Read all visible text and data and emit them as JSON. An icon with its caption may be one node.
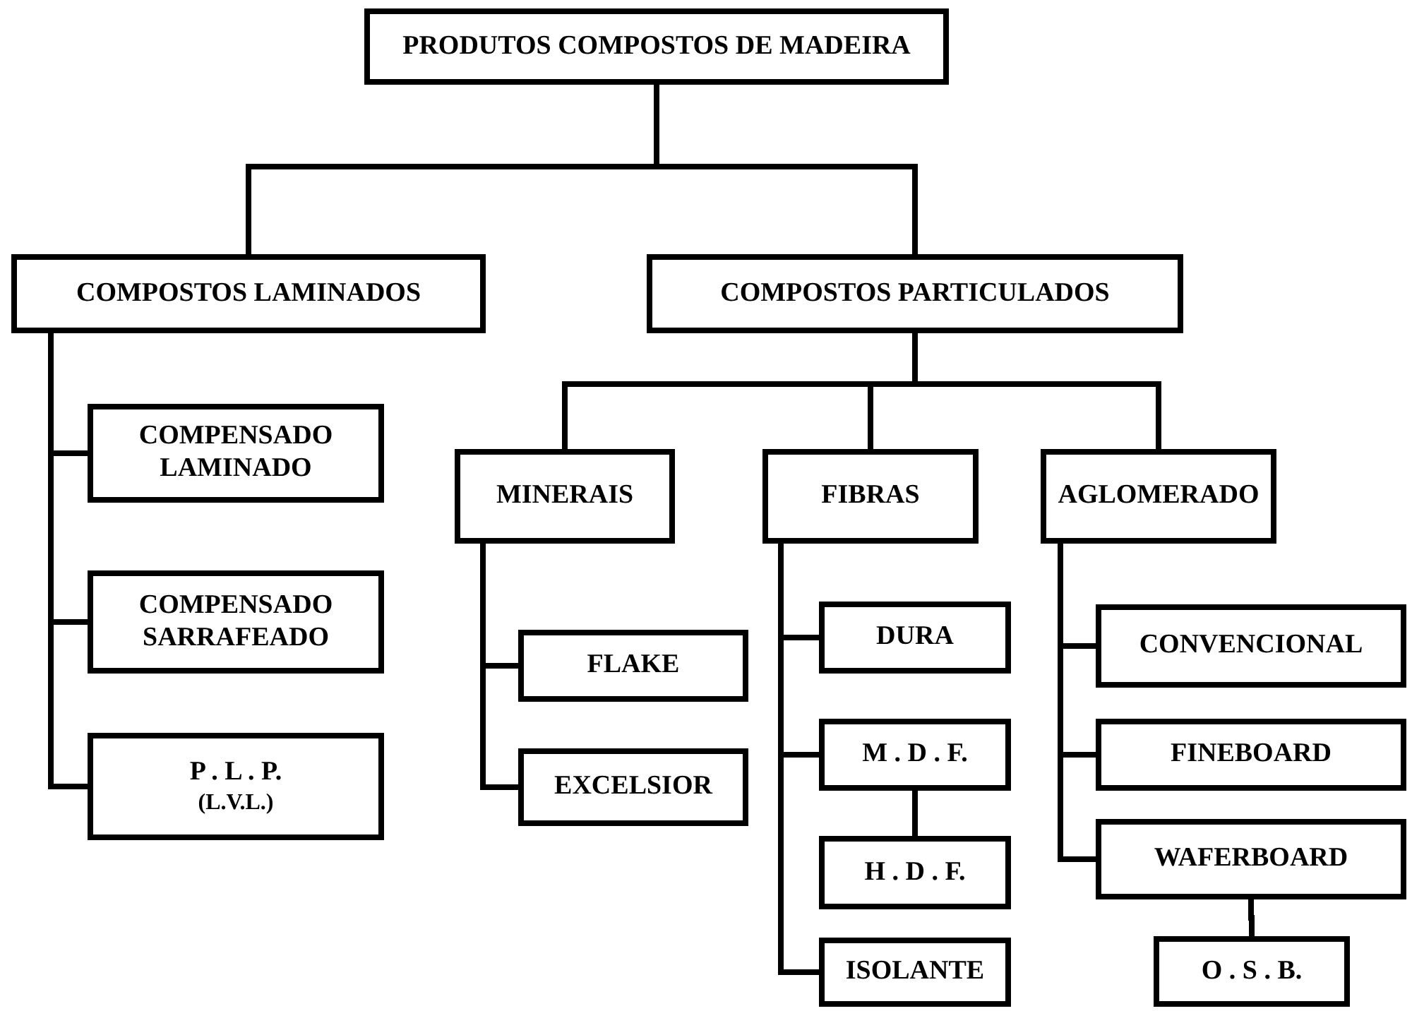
{
  "diagram": {
    "nodes": [
      {
        "text": [
          "PRODUTOS COMPOSTOS DE MADEIRA"
        ]
      },
      {
        "text": [
          "COMPOSTOS LAMINADOS"
        ]
      },
      {
        "text": [
          "COMPOSTOS PARTICULADOS"
        ]
      },
      {
        "text": [
          "COMPENSADO LAMINADO"
        ]
      },
      {
        "text": [
          "COMPENSADO SARRAFEADO"
        ]
      },
      {
        "text": [
          "P . L . P.",
          "(L.V.L.)"
        ]
      },
      {
        "text": [
          "MINERAIS"
        ]
      },
      {
        "text": [
          "FIBRAS"
        ]
      },
      {
        "text": [
          "AGLOMERADO"
        ]
      },
      {
        "text": [
          "FLAKE"
        ]
      },
      {
        "text": [
          "EXCELSIOR"
        ]
      },
      {
        "text": [
          "DURA"
        ]
      },
      {
        "text": [
          "M . D . F."
        ]
      },
      {
        "text": [
          "H . D . F."
        ]
      },
      {
        "text": [
          "ISOLANTE"
        ]
      },
      {
        "text": [
          "CONVENCIONAL"
        ]
      },
      {
        "text": [
          "FINEBOARD"
        ]
      },
      {
        "text": [
          "WAFERBOARD"
        ]
      },
      {
        "text": [
          "O . S . B."
        ]
      }
    ],
    "edges": [
      {
        "from": 0,
        "to": 1,
        "arrow": "none"
      },
      {
        "from": 0,
        "to": 2,
        "arrow": "none"
      },
      {
        "from": 1,
        "to": 3,
        "arrow": "none"
      },
      {
        "from": 1,
        "to": 4,
        "arrow": "none"
      },
      {
        "from": 1,
        "to": 5,
        "arrow": "none"
      },
      {
        "from": 2,
        "to": 6,
        "arrow": "none"
      },
      {
        "from": 2,
        "to": 7,
        "arrow": "none"
      },
      {
        "from": 2,
        "to": 8,
        "arrow": "none"
      },
      {
        "from": 6,
        "to": 9,
        "arrow": "none"
      },
      {
        "from": 6,
        "to": 10,
        "arrow": "none"
      },
      {
        "from": 7,
        "to": 11,
        "arrow": "none"
      },
      {
        "from": 7,
        "to": 12,
        "arrow": "none"
      },
      {
        "from": 12,
        "to": 13,
        "arrow": "none"
      },
      {
        "from": 7,
        "to": 14,
        "arrow": "none"
      },
      {
        "from": 8,
        "to": 15,
        "arrow": "none"
      },
      {
        "from": 8,
        "to": 16,
        "arrow": "none"
      },
      {
        "from": 8,
        "to": 17,
        "arrow": "none"
      },
      {
        "from": 17,
        "to": 18,
        "arrow": "none"
      }
    ]
  }
}
